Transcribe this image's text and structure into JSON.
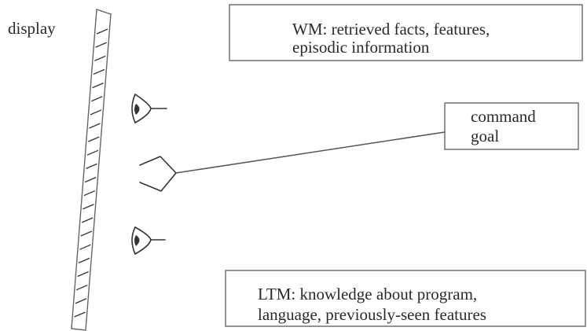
{
  "display": {
    "label": "display"
  },
  "working_memory": {
    "line1": "WM: retrieved facts, features,",
    "line2": "episodic information"
  },
  "goal_box": {
    "line1": "command",
    "line2": "goal"
  },
  "long_term_memory": {
    "line1": "LTM: knowledge about program,",
    "line2": "language, previously-seen features"
  },
  "icons": {
    "upper_eye": "eye-icon",
    "lower_eye": "eye-icon",
    "hand": "hand-icon"
  }
}
